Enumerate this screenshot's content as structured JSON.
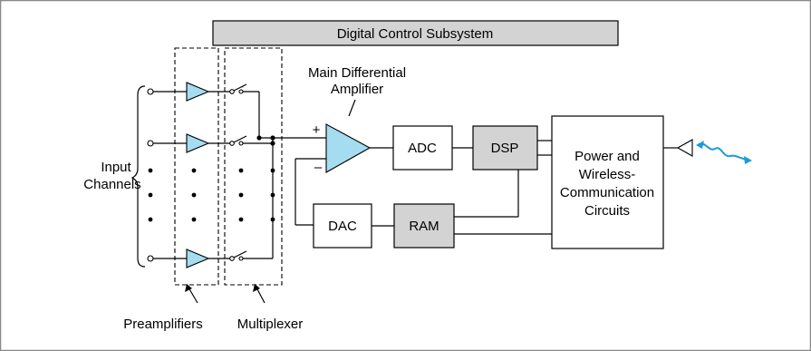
{
  "colors": {
    "amplifier_fill": "#a6dcf0",
    "shaded_block_fill": "#d3d3d3",
    "wireless_signal": "#1a9bd7",
    "frame": "#888888"
  },
  "title_bar": {
    "label": "Digital Control Subsystem"
  },
  "labels": {
    "input_channels_line1": "Input",
    "input_channels_line2": "Channels",
    "main_amp_line1": "Main Differential",
    "main_amp_line2": "Amplifier",
    "plus_sign": "+",
    "minus_sign": "–",
    "preamplifiers": "Preamplifiers",
    "multiplexer": "Multiplexer"
  },
  "blocks": {
    "adc": "ADC",
    "dsp": "DSP",
    "dac": "DAC",
    "ram": "RAM",
    "power_line1": "Power and",
    "power_line2": "Wireless-",
    "power_line3": "Communication",
    "power_line4": "Circuits"
  },
  "icons": {
    "preamp": "triangle-amplifier-icon",
    "switch": "switch-icon",
    "antenna": "antenna-icon",
    "signal": "wireless-signal-icon"
  }
}
